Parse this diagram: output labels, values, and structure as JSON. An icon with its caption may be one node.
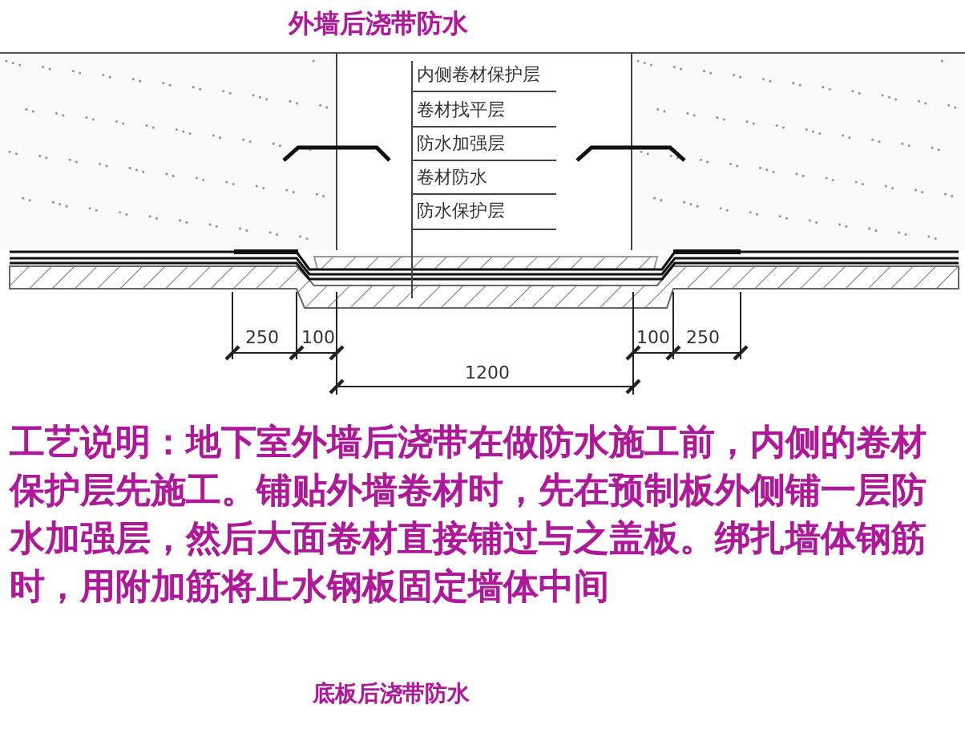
{
  "diagram": {
    "title": "外墙后浇带防水",
    "caption": "底板后浇带防水",
    "labels": [
      "内侧卷材保护层",
      "卷材找平层",
      "防水加强层",
      "卷材防水",
      "防水保护层",
      "250",
      "100",
      "100",
      "250",
      "1200",
      "工艺说明：地下室外墙后浇带在做防水施工前，内侧的卷材保护层先施工。铺贴外墙卷材时，先在预制板外侧铺一层防水加强层，然后大面卷材直接铺过与之盖板。绑扎墙体钢筋时，用附加筋将止水钢板固定墙体中间"
    ]
  }
}
